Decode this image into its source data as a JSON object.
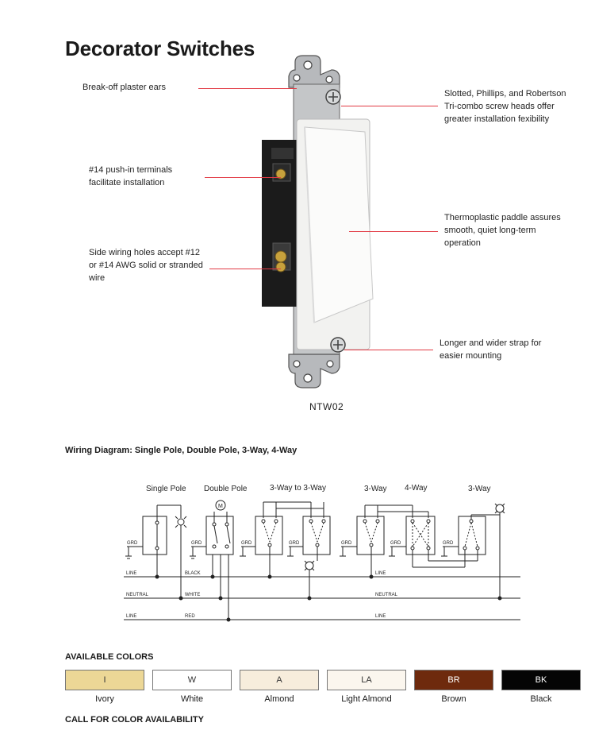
{
  "title": "Decorator Switches",
  "colors": {
    "leader": "#e23a44"
  },
  "callouts": {
    "ears": "Break-off plaster ears",
    "screws_1": "Slotted, Phillips, and Robertson",
    "screws_2": "Tri-combo screw heads offer",
    "screws_3": "greater installation fexibility",
    "pushin_1": "#14 push-in terminals",
    "pushin_2": "facilitate installation",
    "paddle_1": "Thermoplastic paddle assures",
    "paddle_2": "smooth, quiet long-term",
    "paddle_3": "operation",
    "side_1": "Side wiring holes accept #12",
    "side_2": "or #14 AWG solid or stranded",
    "side_3": "wire",
    "strap_1": "Longer and wider strap for",
    "strap_2": "easier mounting"
  },
  "model": "NTW02",
  "wiring": {
    "title": "Wiring Diagram: Single Pole, Double Pole, 3-Way, 4-Way",
    "headers": {
      "single": "Single Pole",
      "double": "Double Pole",
      "threeway_pair": "3-Way to 3-Way",
      "threeway_a": "3-Way",
      "fourway": "4-Way",
      "threeway_b": "3-Way"
    },
    "motor": "M",
    "grd": "GRD",
    "lines": {
      "line": "LINE",
      "black": "BLACK",
      "neutral": "NEUTRAL",
      "white": "WHITE",
      "red": "RED"
    }
  },
  "available_colors": {
    "title": "AVAILABLE COLORS",
    "items": [
      {
        "code": "I",
        "name": "Ivory",
        "bg": "#ecd796",
        "fg": "#333333"
      },
      {
        "code": "W",
        "name": "White",
        "bg": "#ffffff",
        "fg": "#333333"
      },
      {
        "code": "A",
        "name": "Almond",
        "bg": "#f7eddc",
        "fg": "#333333"
      },
      {
        "code": "LA",
        "name": "Light  Almond",
        "bg": "#fbf6ee",
        "fg": "#333333"
      },
      {
        "code": "BR",
        "name": "Brown",
        "bg": "#6e2a0d",
        "fg": "#ffffff"
      },
      {
        "code": "BK",
        "name": "Black",
        "bg": "#050505",
        "fg": "#ffffff"
      }
    ],
    "note": "CALL FOR COLOR AVAILABILITY"
  }
}
